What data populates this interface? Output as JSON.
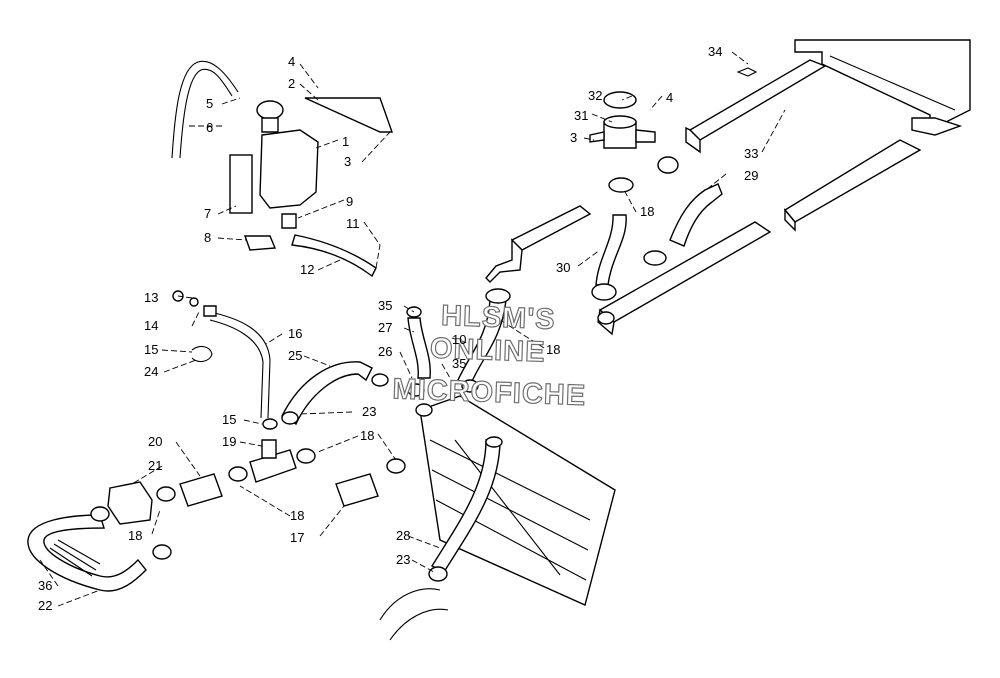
{
  "watermark": {
    "line1": "HLSM'S",
    "line2": "ONLINE",
    "line3": "MICROFICHE"
  },
  "callouts": [
    {
      "id": "c34",
      "label": "34"
    },
    {
      "id": "c4a",
      "label": "4"
    },
    {
      "id": "c2",
      "label": "2"
    },
    {
      "id": "c5",
      "label": "5"
    },
    {
      "id": "c6",
      "label": "6"
    },
    {
      "id": "c1",
      "label": "1"
    },
    {
      "id": "c3a",
      "label": "3"
    },
    {
      "id": "c7",
      "label": "7"
    },
    {
      "id": "c9",
      "label": "9"
    },
    {
      "id": "c11",
      "label": "11"
    },
    {
      "id": "c8",
      "label": "8"
    },
    {
      "id": "c12",
      "label": "12"
    },
    {
      "id": "c32",
      "label": "32"
    },
    {
      "id": "c4b",
      "label": "4"
    },
    {
      "id": "c31",
      "label": "31"
    },
    {
      "id": "c3b",
      "label": "3"
    },
    {
      "id": "c33",
      "label": "33"
    },
    {
      "id": "c29",
      "label": "29"
    },
    {
      "id": "c18a",
      "label": "18"
    },
    {
      "id": "c30",
      "label": "30"
    },
    {
      "id": "c13",
      "label": "13"
    },
    {
      "id": "c14",
      "label": "14"
    },
    {
      "id": "c15a",
      "label": "15"
    },
    {
      "id": "c24",
      "label": "24"
    },
    {
      "id": "c16",
      "label": "16"
    },
    {
      "id": "c25",
      "label": "25"
    },
    {
      "id": "c35a",
      "label": "35"
    },
    {
      "id": "c27",
      "label": "27"
    },
    {
      "id": "c10",
      "label": "10"
    },
    {
      "id": "c26",
      "label": "26"
    },
    {
      "id": "c35b",
      "label": "35"
    },
    {
      "id": "c18b",
      "label": "18"
    },
    {
      "id": "c15b",
      "label": "15"
    },
    {
      "id": "c23a",
      "label": "23"
    },
    {
      "id": "c19",
      "label": "19"
    },
    {
      "id": "c18c",
      "label": "18"
    },
    {
      "id": "c20",
      "label": "20"
    },
    {
      "id": "c21",
      "label": "21"
    },
    {
      "id": "c18d",
      "label": "18"
    },
    {
      "id": "c18e",
      "label": "18"
    },
    {
      "id": "c17",
      "label": "17"
    },
    {
      "id": "c28",
      "label": "28"
    },
    {
      "id": "c23b",
      "label": "23"
    },
    {
      "id": "c36",
      "label": "36"
    },
    {
      "id": "c22",
      "label": "22"
    }
  ]
}
